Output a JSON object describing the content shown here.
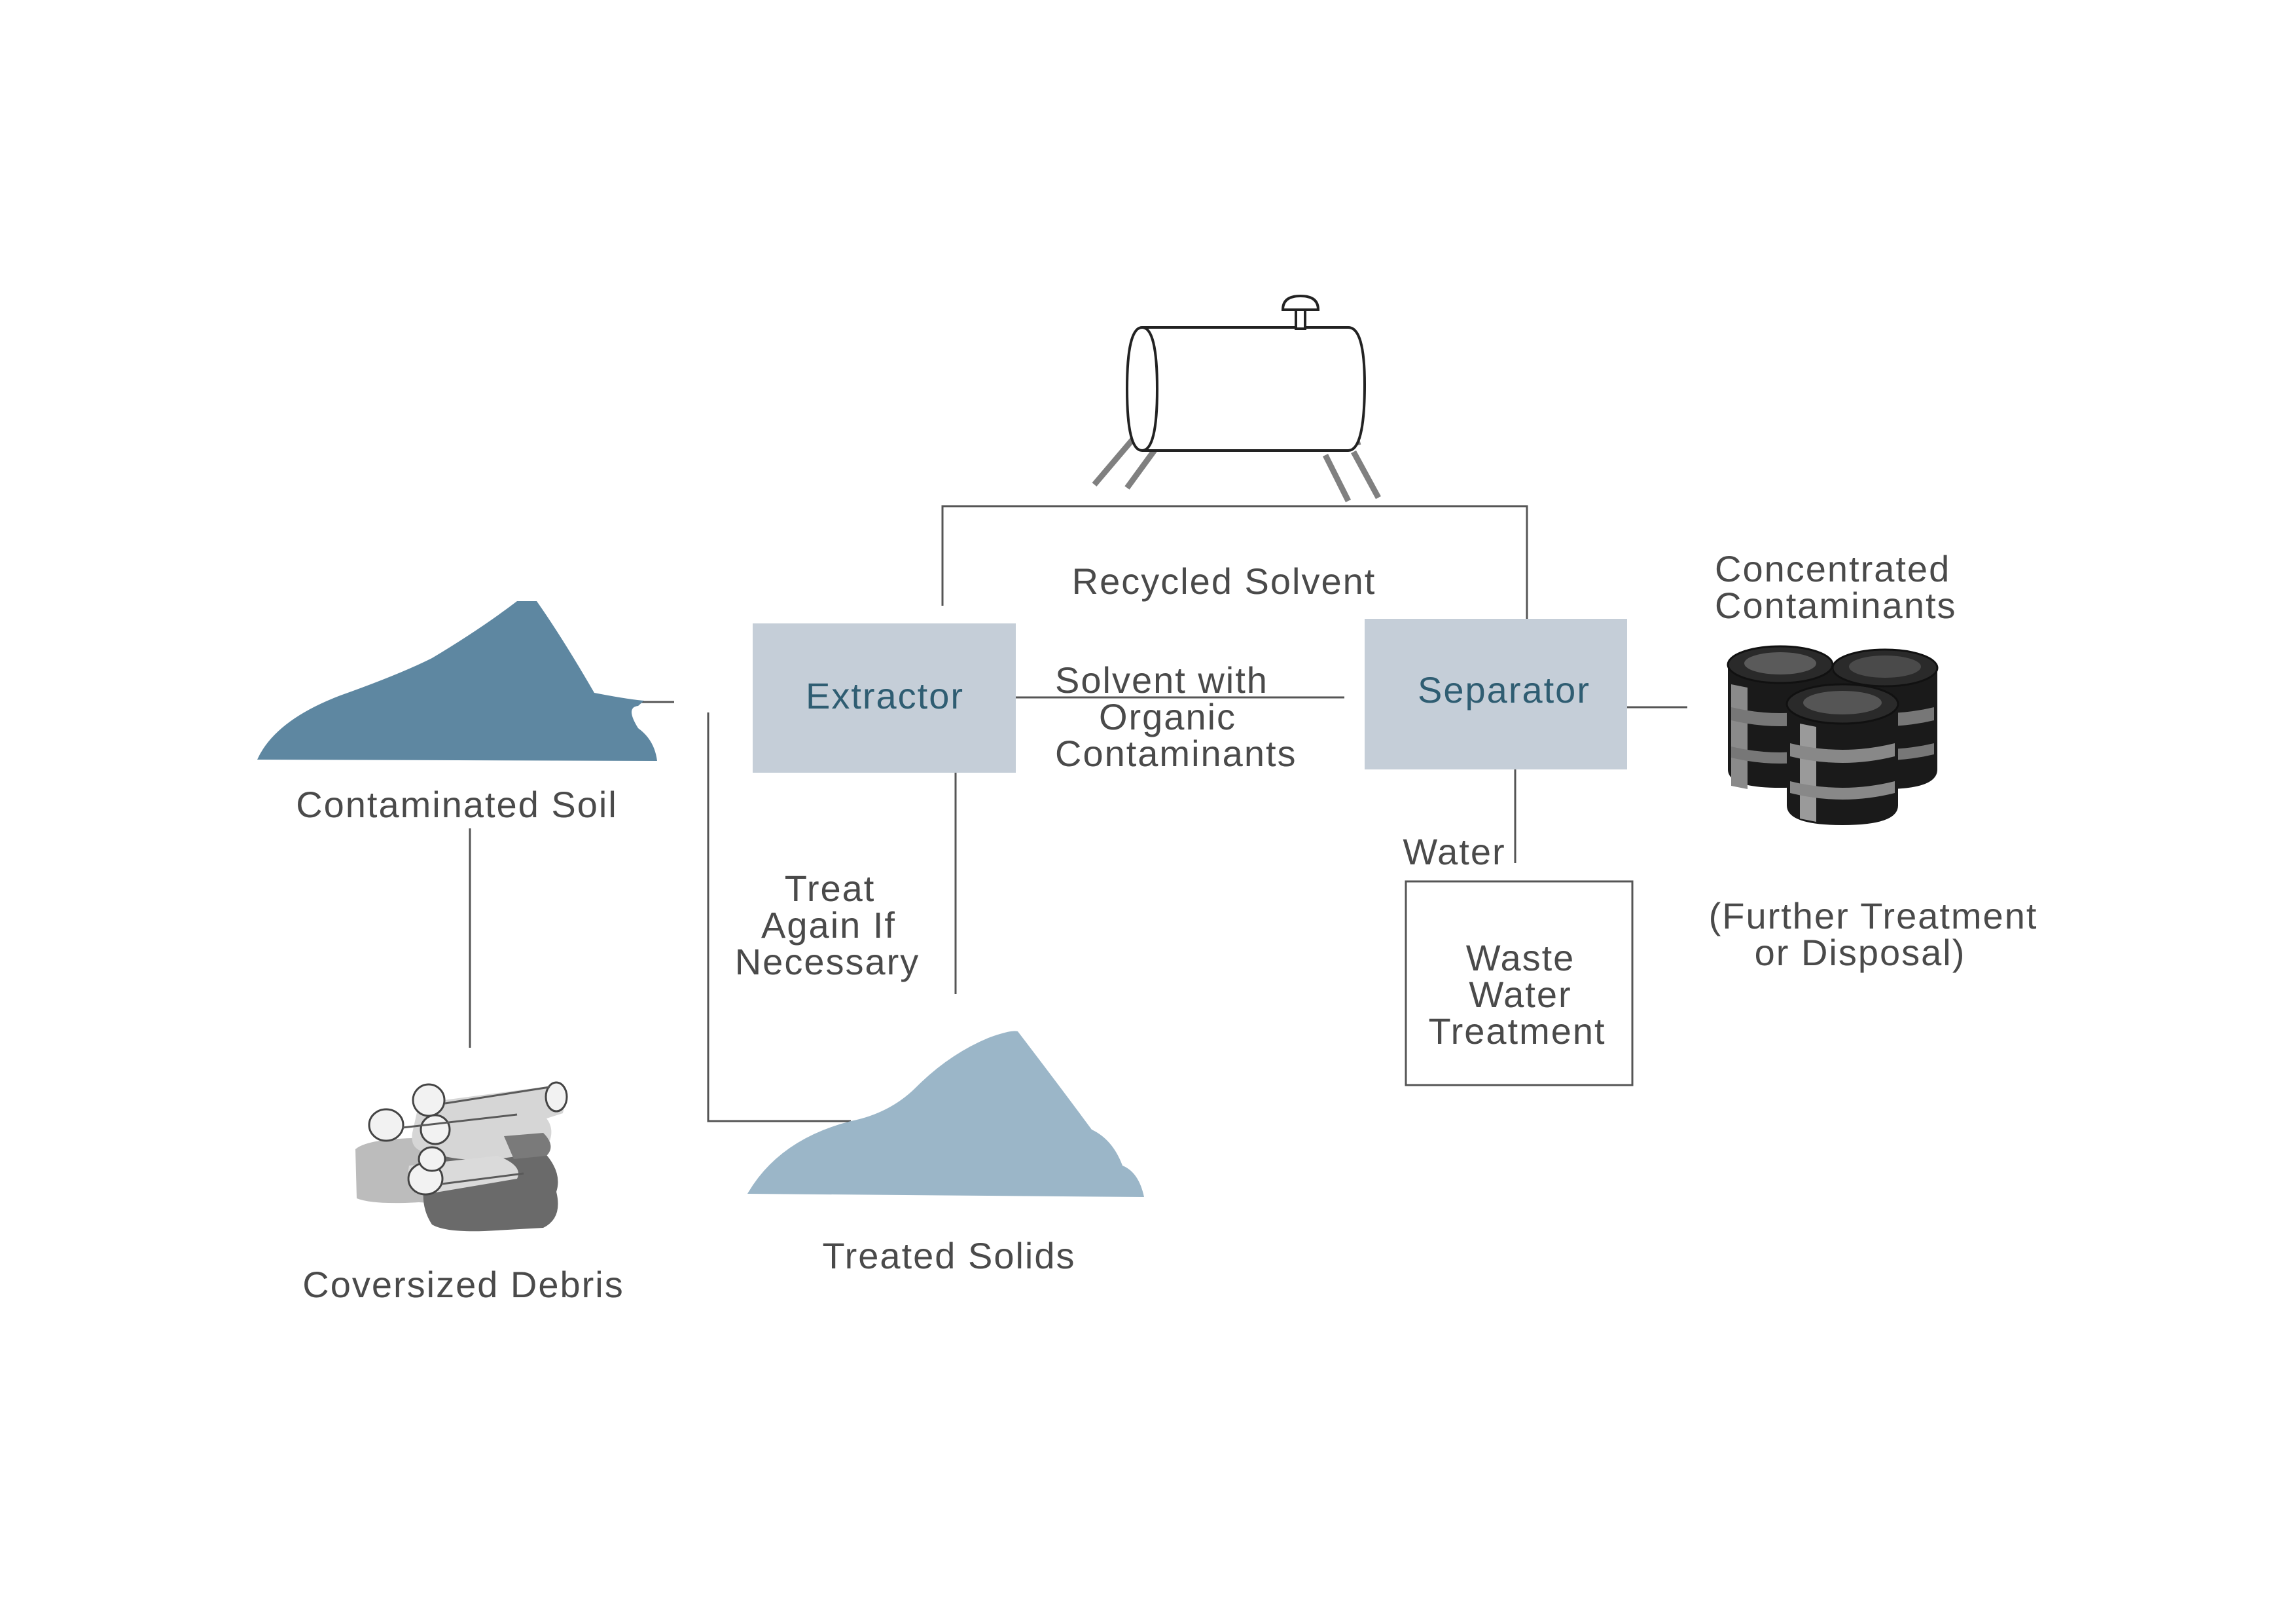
{
  "colors": {
    "soil": "#5e87a1",
    "treated_solids": "#9bb6c8",
    "process_box": "#c5ced8",
    "process_text": "#2f5d72",
    "label_text": "#4a4a4a",
    "line": "#555555"
  },
  "nodes": {
    "contaminated_soil": {
      "label": "Contaminated Soil",
      "icon": "soil-pile-icon"
    },
    "oversized_debris": {
      "label": "Coversized Debris",
      "icon": "debris-pile-icon"
    },
    "extractor": {
      "label": "Extractor"
    },
    "separator": {
      "label": "Separator"
    },
    "solvent_tank": {
      "icon": "solvent-tank-icon"
    },
    "treated_solids": {
      "label": "Treated Solids",
      "icon": "treated-solids-pile-icon"
    },
    "concentrated_contaminants": {
      "label_lines": [
        "Concentrated",
        "Contaminants"
      ],
      "icon": "drums-icon",
      "note_lines": [
        "(Further Treatment",
        "or Disposal)"
      ]
    },
    "waste_water_treatment": {
      "label_lines": [
        "Waste",
        "Water",
        "Treatment"
      ]
    }
  },
  "edges": {
    "recycled_solvent": "Recycled Solvent",
    "solvent_with_contaminants": [
      "Solvent with",
      "Organic",
      "Contaminants"
    ],
    "treat_again": [
      "Treat",
      "Again If",
      "Necessary"
    ],
    "water": "Water"
  }
}
